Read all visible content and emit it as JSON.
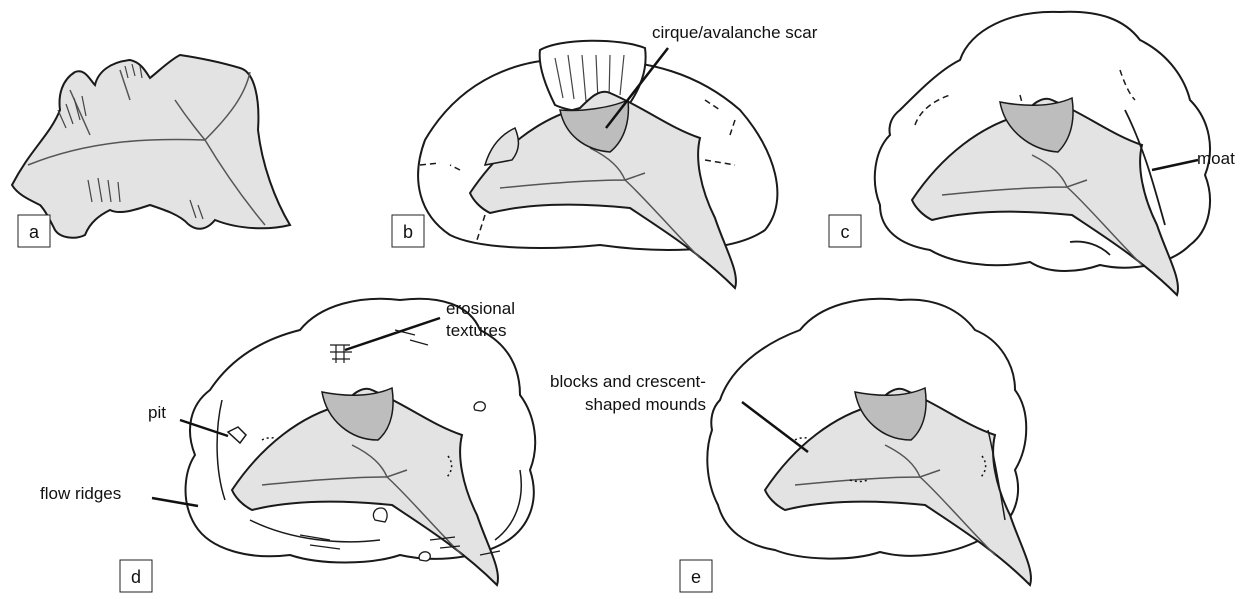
{
  "panels": {
    "a": {
      "letter": "a"
    },
    "b": {
      "letter": "b",
      "annotation": "cirque/avalanche scar"
    },
    "c": {
      "letter": "c",
      "annotation": "moat"
    },
    "d": {
      "letter": "d",
      "annotations": {
        "erosional_line1": "erosional",
        "erosional_line2": "textures",
        "pit": "pit",
        "flow_ridges": "flow ridges"
      }
    },
    "e": {
      "letter": "e",
      "annotations": {
        "blocks_line1": "blocks and crescent-",
        "blocks_line2": "shaped mounds"
      }
    }
  },
  "colors": {
    "stroke": "#1a1a1a",
    "mountain_fill": "#e3e3e3",
    "scar_fill": "#bdbdbd",
    "background": "#ffffff"
  }
}
